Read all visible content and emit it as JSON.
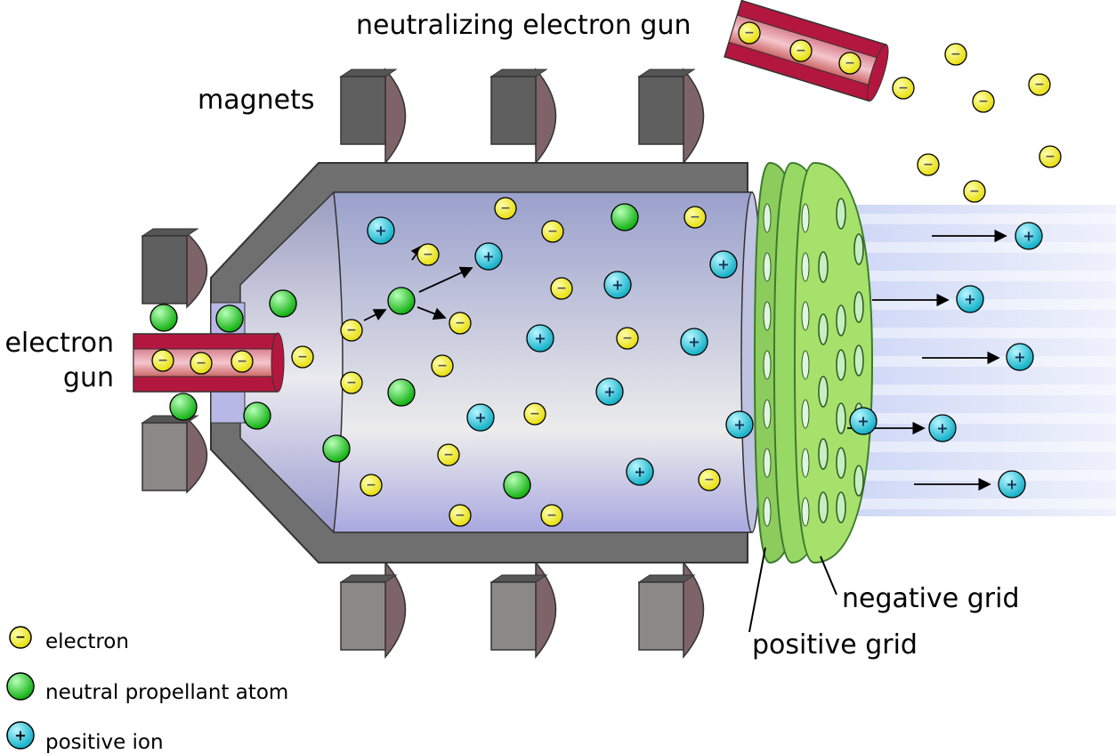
{
  "labels": {
    "neutralizing_gun": "neutralizing electron gun",
    "magnets": "magnets",
    "electron_gun_line1": "electron",
    "electron_gun_line2": "gun",
    "negative_grid": "negative grid",
    "positive_grid": "positive grid"
  },
  "legend": [
    {
      "label": "electron",
      "symbol": "−"
    },
    {
      "label": "neutral propellant atom",
      "symbol": ""
    },
    {
      "label": "positive ion",
      "symbol": "+"
    }
  ],
  "colors": {
    "electron": "#f5f032",
    "atom": "#2ecc2e",
    "ion": "#2fc9d9",
    "gun": "#b3173f",
    "grid": "#a6e16b",
    "chamber": "#6f6f6f"
  }
}
